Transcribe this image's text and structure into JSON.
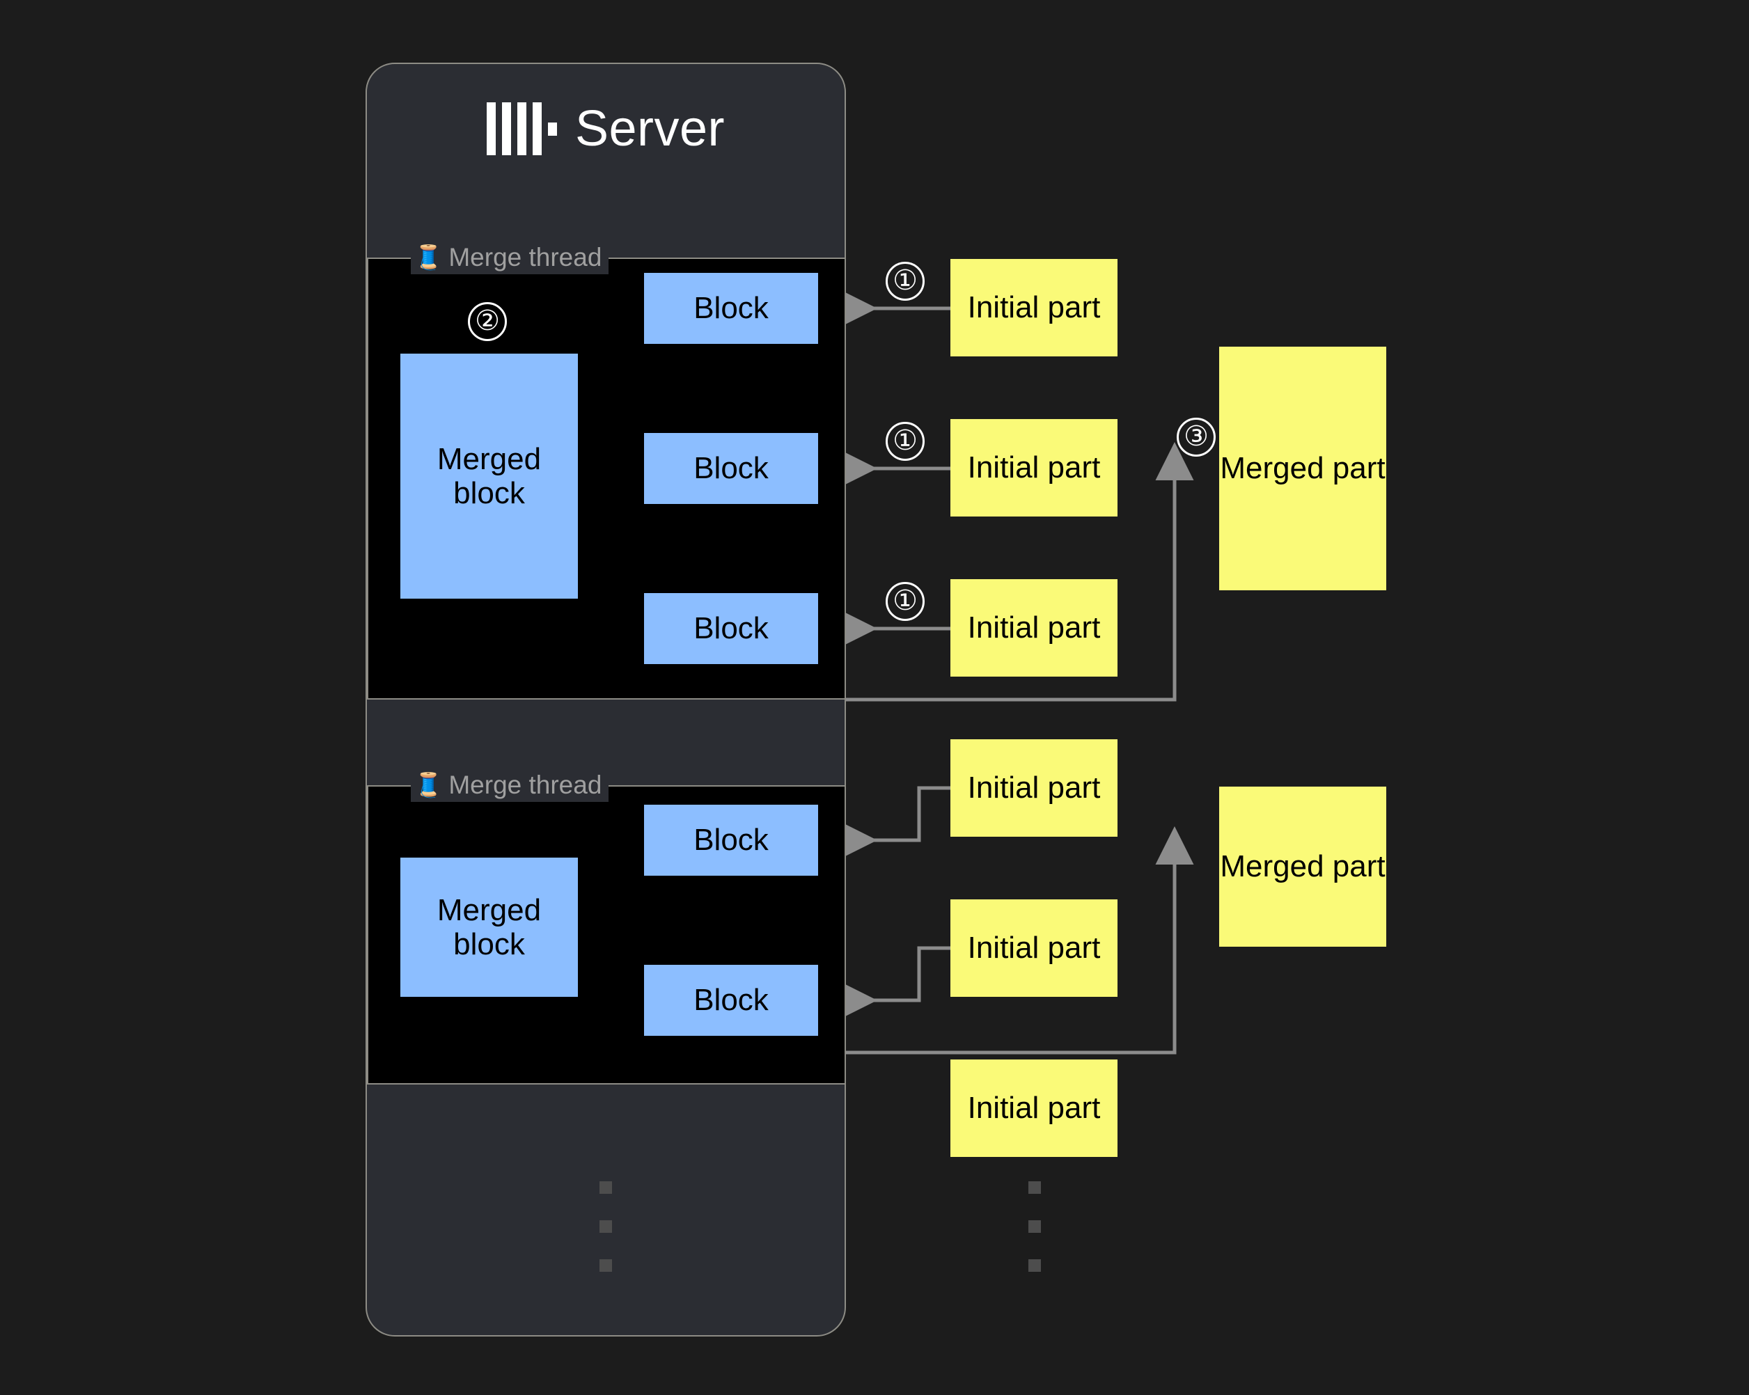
{
  "background_color": "#1c1c1c",
  "panel": {
    "title": "Server",
    "logo_icon": "clickhouse-logo-icon",
    "background_color": "#2b2d33",
    "border_color": "#8d8c85"
  },
  "colors": {
    "block_blue": "#8cbeff",
    "part_yellow": "#fafa78",
    "wire_gray": "#8c8c8c",
    "legend_text": "#a0a0a0",
    "dot_gray": "#4d4d4d"
  },
  "threads": [
    {
      "legend_icon": "thread-spool-icon",
      "legend_label": "Merge thread",
      "step_badge": "②",
      "merged_block_label": "Merged block",
      "blocks": [
        {
          "label": "Block"
        },
        {
          "label": "Block"
        },
        {
          "label": "Block"
        }
      ]
    },
    {
      "legend_icon": "thread-spool-icon",
      "legend_label": "Merge thread",
      "step_badge": null,
      "merged_block_label": "Merged block",
      "blocks": [
        {
          "label": "Block"
        },
        {
          "label": "Block"
        }
      ]
    }
  ],
  "initial_parts": [
    {
      "label": "Initial part",
      "step_badge": "①"
    },
    {
      "label": "Initial part",
      "step_badge": "①"
    },
    {
      "label": "Initial part",
      "step_badge": "①"
    },
    {
      "label": "Initial part",
      "step_badge": null
    },
    {
      "label": "Initial part",
      "step_badge": null
    },
    {
      "label": "Initial part",
      "step_badge": null
    }
  ],
  "merged_parts": [
    {
      "label": "Merged part",
      "step_badge": "③"
    },
    {
      "label": "Merged part",
      "step_badge": null
    }
  ],
  "ellipsis": [
    {
      "name": "server-ellipsis",
      "dots": 3
    },
    {
      "name": "parts-ellipsis",
      "dots": 3
    }
  ]
}
